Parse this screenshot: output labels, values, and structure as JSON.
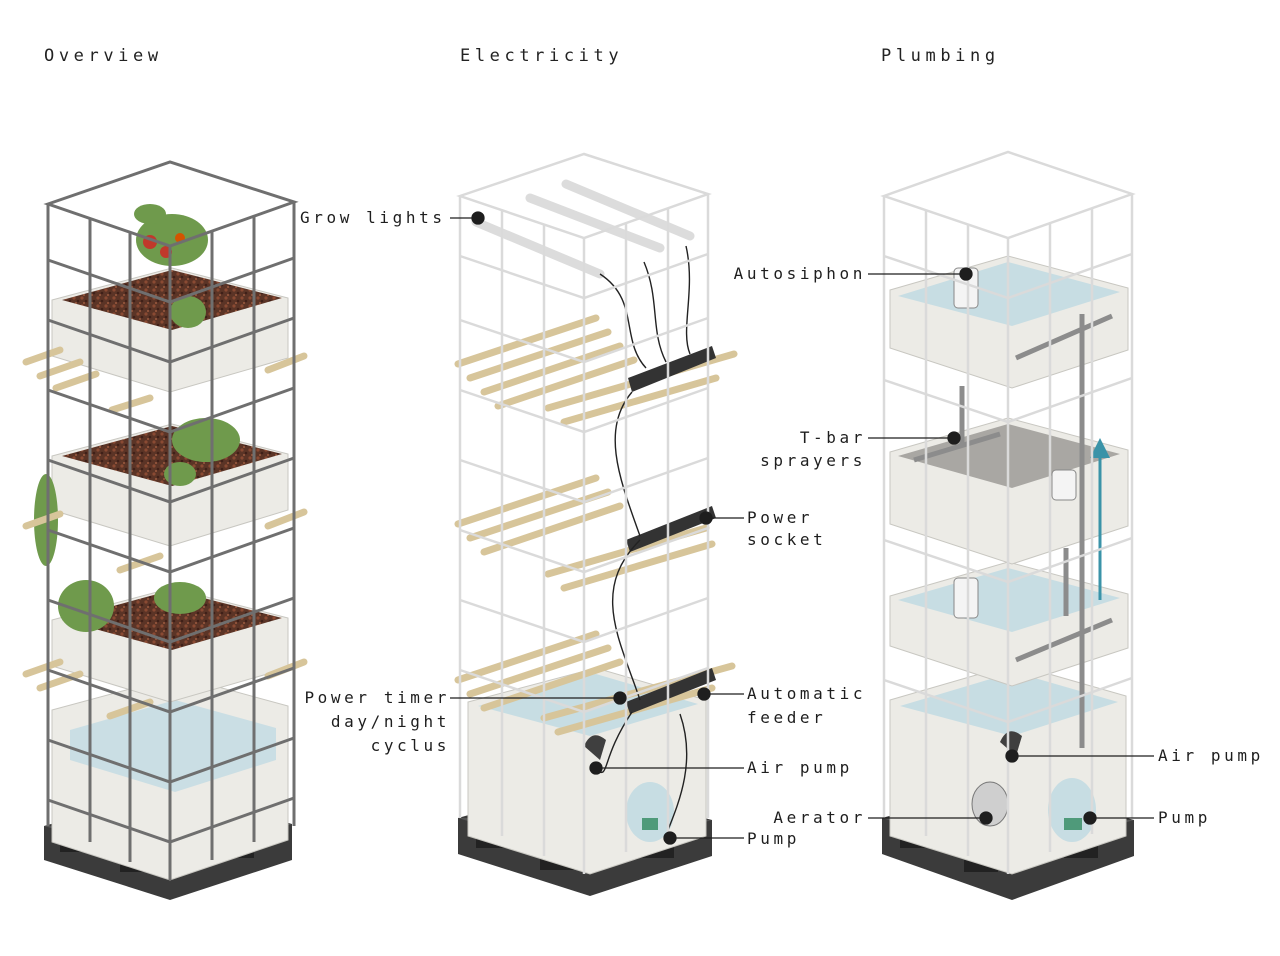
{
  "titles": {
    "overview": "Overview",
    "electricity": "Electricity",
    "plumbing": "Plumbing"
  },
  "electricity_labels": {
    "grow_lights": "Grow lights",
    "power_socket": [
      "Power",
      "socket"
    ],
    "power_timer": [
      "Power timer",
      "day/night",
      "cyclus"
    ],
    "automatic_feeder": [
      "Automatic",
      "feeder"
    ],
    "air_pump": "Air pump",
    "pump": "Pump"
  },
  "plumbing_labels": {
    "autosiphon": "Autosiphon",
    "t_bar_sprayers": [
      "T-bar",
      "sprayers"
    ],
    "air_pump": "Air pump",
    "aerator": "Aerator",
    "pump": "Pump"
  },
  "colors": {
    "frame_dark": "#6f6f6f",
    "frame_light": "#dadada",
    "tank": "#ecebe6",
    "water": "#c7dde3",
    "soil": "#5b3426",
    "bamboo": "#d7c59a",
    "plant": "#6f9a4c",
    "pallet": "#3b3b3b",
    "flow_arrow": "#3a93a8"
  }
}
